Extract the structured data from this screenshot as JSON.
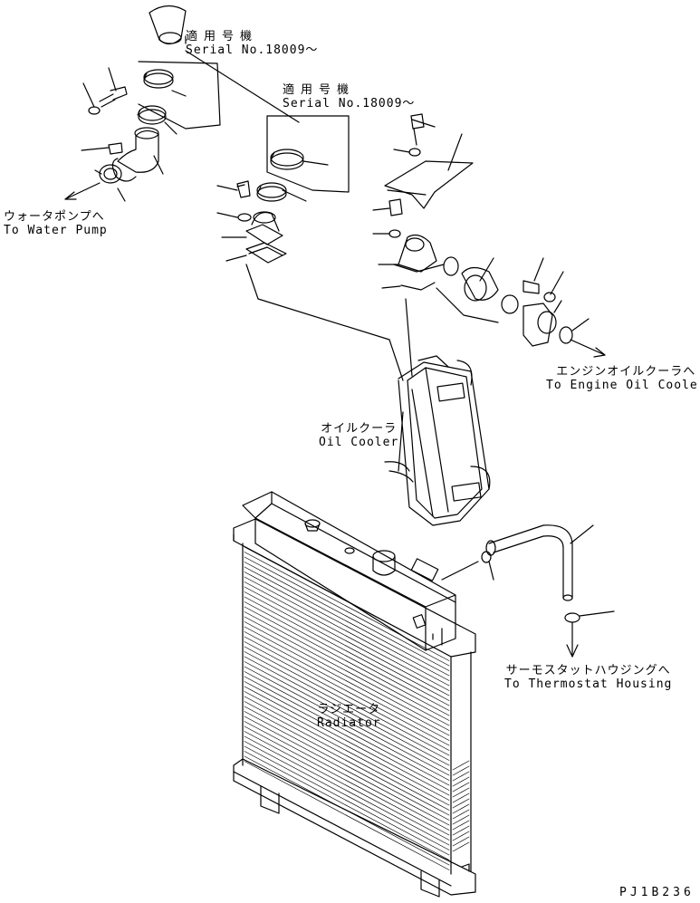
{
  "serial_note_1": {
    "ja": "適用号機",
    "en": "Serial No.18009～"
  },
  "serial_note_2": {
    "ja": "適用号機",
    "en": "Serial No.18009～"
  },
  "water_pump": {
    "ja": "ウォータポンプへ",
    "en": "To Water Pump"
  },
  "engine_oil_cooler": {
    "ja": "エンジンオイルクーラへ",
    "en": "To Engine Oil Cooler"
  },
  "oil_cooler": {
    "ja": "オイルクーラ",
    "en": "Oil Cooler"
  },
  "thermostat": {
    "ja": "サーモスタットハウジングへ",
    "en": "To Thermostat Housing"
  },
  "radiator": {
    "ja": "ラジエータ",
    "en": "Radiator"
  },
  "drawing_code": "PJ1B236",
  "colors": {
    "ink": "#000000",
    "paper": "#ffffff"
  }
}
